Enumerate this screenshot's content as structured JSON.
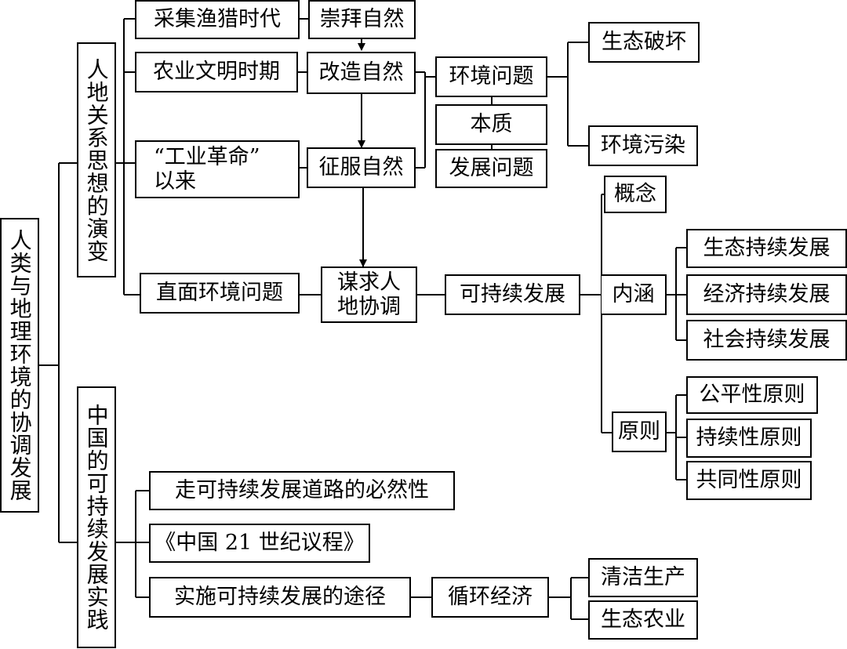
{
  "root": "人类与地理环境的协调发展",
  "branch_evolution": "人地关系思想的演变",
  "branch_practice": "中国的可持续发展实践",
  "periods": {
    "hunting": "采集渔猎时代",
    "agriculture": "农业文明时期",
    "industrial_line1": "“工业革命”",
    "industrial_line2": "以来",
    "face_env": "直面环境问题"
  },
  "attitudes": {
    "worship": "崇拜自然",
    "transform": "改造自然",
    "conquer": "征服自然",
    "harmony": "谋求人地协调"
  },
  "problems": {
    "env_problem": "环境问题",
    "essence": "本质",
    "dev_problem": "发展问题",
    "eco_damage": "生态破坏",
    "pollution": "环境污染"
  },
  "sustainable": {
    "title": "可持续发展",
    "concept": "概念",
    "connotation": "内涵",
    "eco": "生态持续发展",
    "economy": "经济持续发展",
    "society": "社会持续发展",
    "principles": "原则",
    "fairness": "公平性原则",
    "continuity": "持续性原则",
    "commonality": "共同性原则"
  },
  "practice": {
    "necessity": "走可持续发展道路的必然性",
    "agenda": "《中国 21 世纪议程》",
    "ways": "实施可持续发展的途径",
    "circular": "循环经济",
    "clean": "清洁生产",
    "eco_agri": "生态农业"
  }
}
